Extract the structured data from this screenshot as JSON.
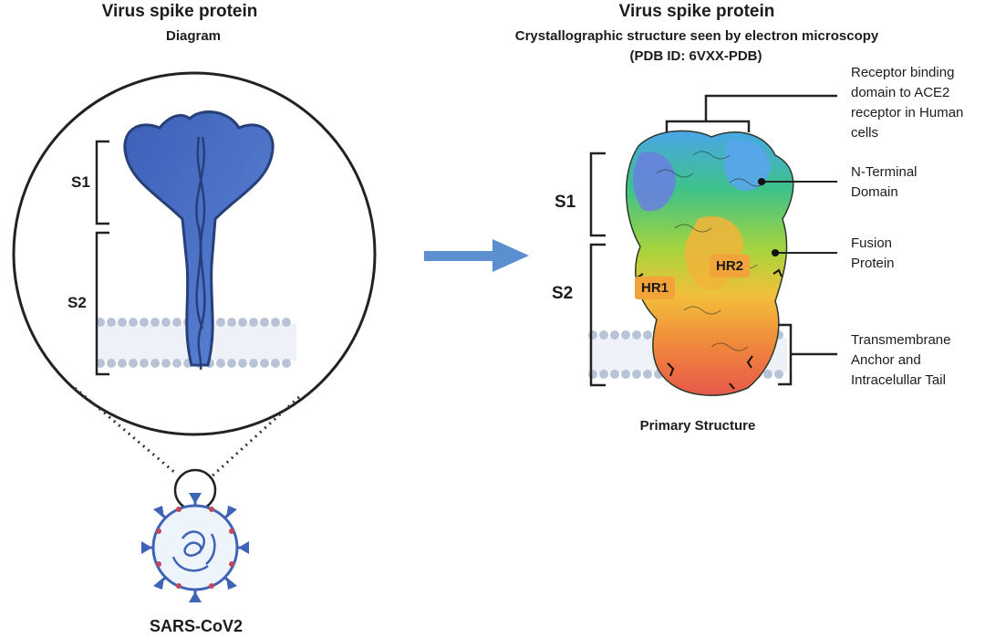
{
  "left": {
    "title": "Virus spike protein",
    "subtitle": "Diagram",
    "s1_label": "S1",
    "s2_label": "S2",
    "virus_label": "SARS-CoV2"
  },
  "right": {
    "title": "Virus spike protein",
    "subtitle": "Crystallographic structure seen by electron microscopy",
    "pdb_id": "(PDB ID: 6VXX-PDB)",
    "s1_label": "S1",
    "s2_label": "S2",
    "hr1_label": "HR1",
    "hr2_label": "HR2",
    "caption": "Primary Structure"
  },
  "annotations": {
    "rbd": "Receptor binding\ndomain to ACE2\nreceptor in Human\ncells",
    "ntd": "N-Terminal\nDomain",
    "fusion": "Fusion\nProtein",
    "transmembrane": "Transmembrane\nAnchor and\nIntracelullar Tail"
  },
  "colors": {
    "spike_blue": "#3f63b6",
    "arrow_blue": "#5b8fd0",
    "membrane": "#b8c4d6",
    "hr_orange": "#f2a33a"
  }
}
